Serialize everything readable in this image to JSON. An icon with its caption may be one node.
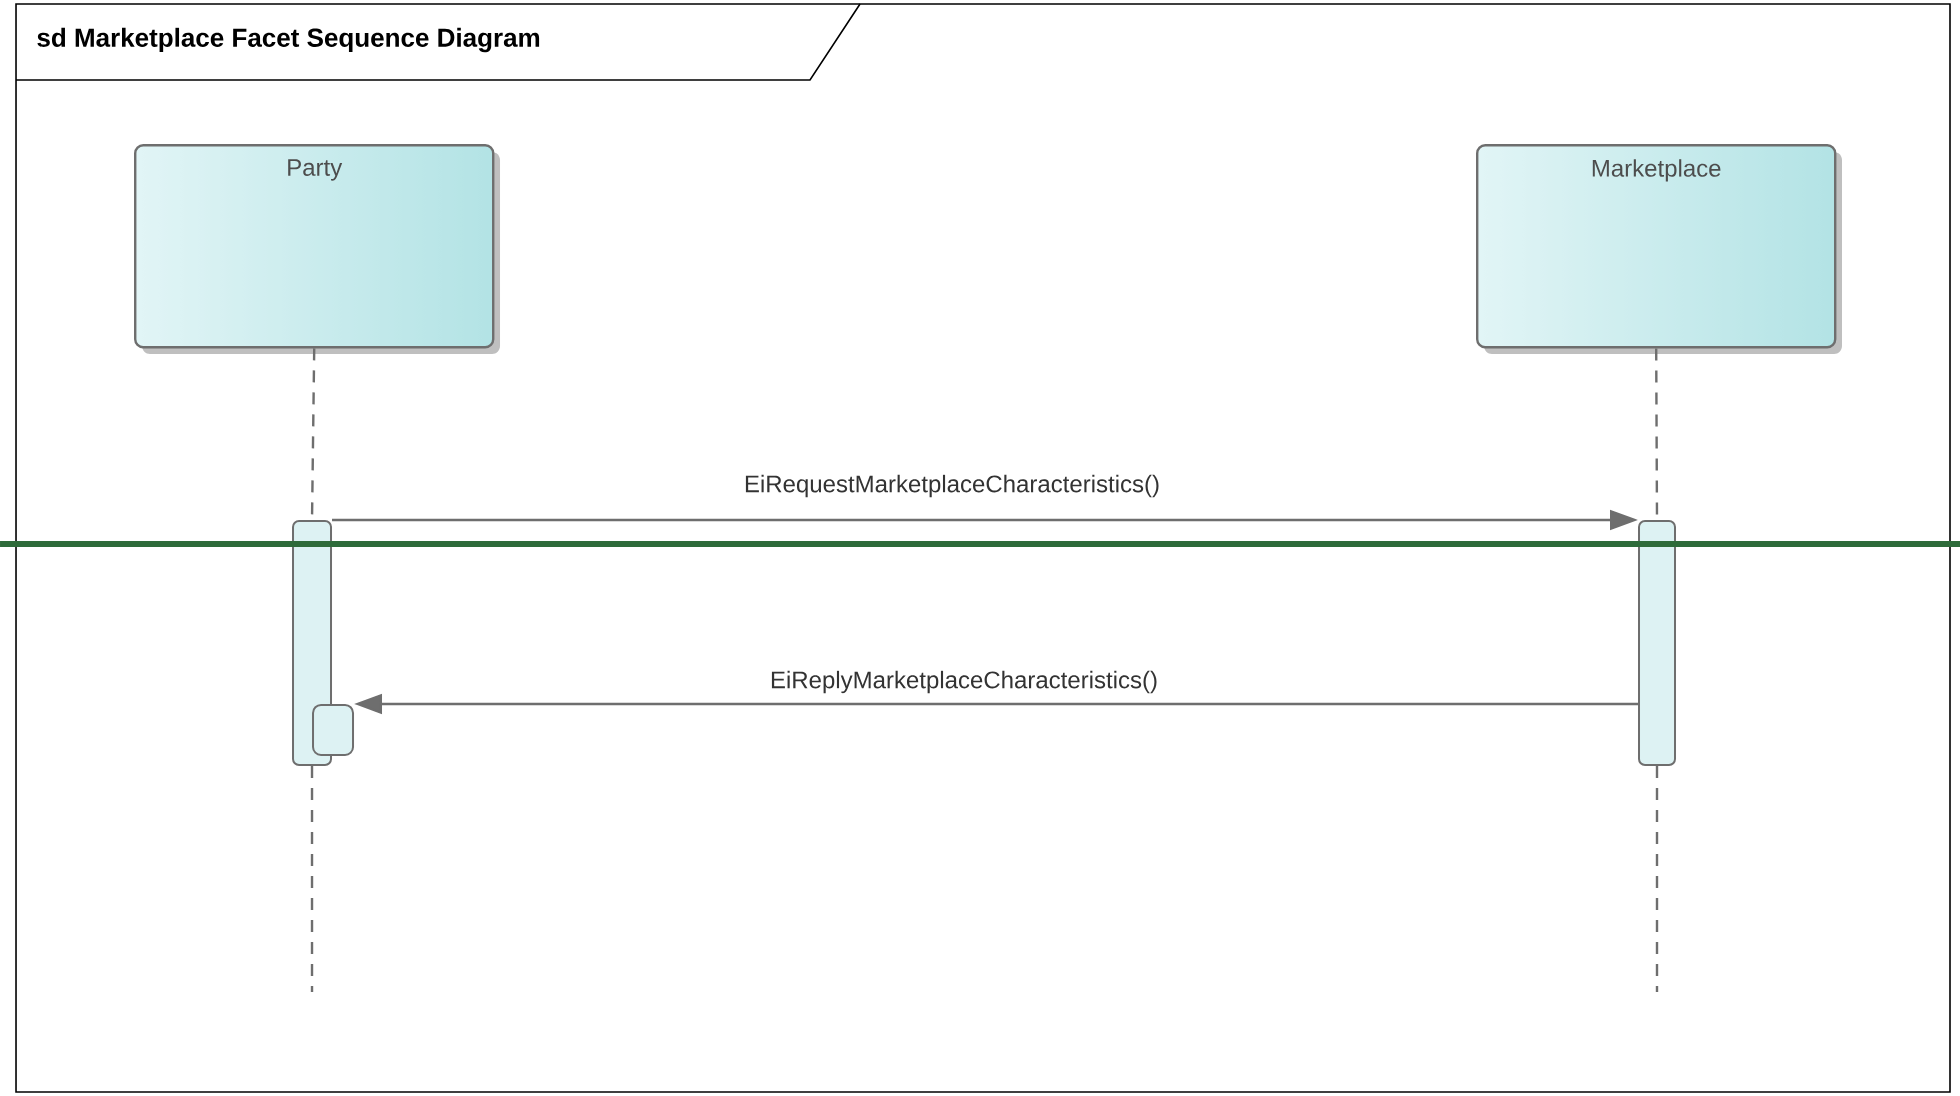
{
  "diagram": {
    "title": "sd Marketplace Facet Sequence Diagram",
    "nodes": [
      {
        "text": [
          "Party"
        ]
      },
      {
        "text": [
          "Marketplace"
        ]
      },
      {
        "text": [],
        "shape": "bar"
      },
      {
        "text": [],
        "shape": "bar"
      },
      {
        "text": [],
        "shape": "box"
      }
    ],
    "edges": [
      {
        "from": 0,
        "to": 2,
        "arrow": "none",
        "style": "dashed"
      },
      {
        "from": 1,
        "to": 3,
        "arrow": "none",
        "style": "dashed"
      },
      {
        "from": 2,
        "to": 3,
        "arrow": "to",
        "label": "EiRequestMarketplaceCharacteristics()"
      },
      {
        "from": 3,
        "to": 4,
        "arrow": "to",
        "label": "EiReplyMarketplaceCharacteristics()"
      },
      {
        "from": 2,
        "to": null,
        "arrow": "none",
        "style": "dashed"
      },
      {
        "from": 3,
        "to": null,
        "arrow": "none",
        "style": "dashed"
      }
    ]
  }
}
